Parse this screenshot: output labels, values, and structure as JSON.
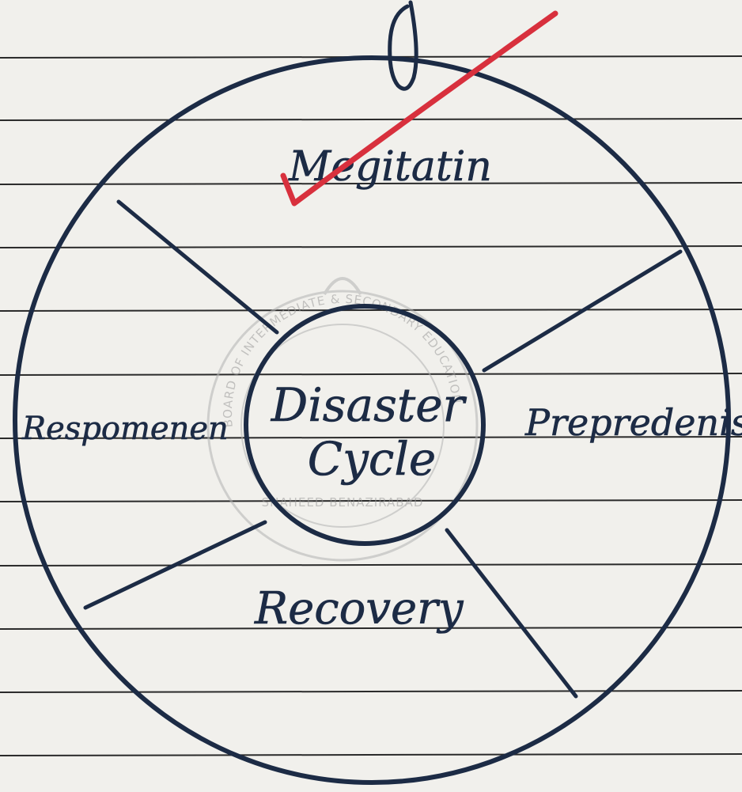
{
  "diagram": {
    "center_label_line1": "Disaster",
    "center_label_line2": "Cycle",
    "phases": {
      "top": "Megitatin",
      "right": "Prepredenis",
      "bottom": "Recovery",
      "left": "Respomenen"
    }
  },
  "stamp": {
    "arc_text": "BOARD OF INTERMEDIATE & SECONDARY EDUCATION",
    "bottom_text": "SHAHEED BENAZIRABAD"
  },
  "colors": {
    "ink": "#1c2b45",
    "check_mark": "#d8303d",
    "paper": "#f1f0ec",
    "rule_line": "#2a2a2a",
    "stamp": "#9a9a9a"
  },
  "icons": {
    "check_mark": "red-check-mark-icon",
    "stamp": "board-seal-stamp-icon"
  }
}
